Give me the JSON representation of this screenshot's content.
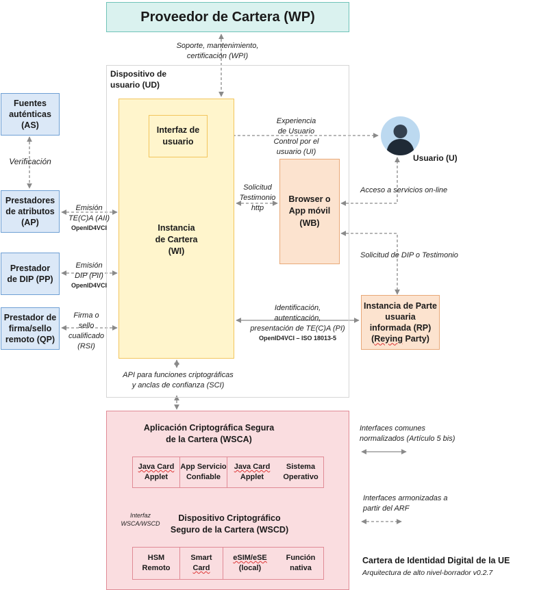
{
  "wp": {
    "title": "Proveedor de Cartera (WP)"
  },
  "wp_link": {
    "line1": "Soporte, mantenimiento,",
    "line2": "certificación (WPI)"
  },
  "ud": {
    "line1": "Dispositivo de",
    "line2": "usuario (UD)"
  },
  "wi": {
    "line1": "Instancia",
    "line2": "de Cartera",
    "line3": "(WI)"
  },
  "ui_box": {
    "line1": "Interfaz de",
    "line2": "usuario"
  },
  "ui_link": {
    "line1": "Experiencia",
    "line2": "de Usuario",
    "line3": "Control por el",
    "line4": "usuario (UI)"
  },
  "user": {
    "label": "Usuario (U)"
  },
  "wb": {
    "line1": "Browser o",
    "line2": "App móvil",
    "line3": "(WB)"
  },
  "wb_link": {
    "line1": "Solicitud",
    "line2": "Testimonio",
    "line3": "http"
  },
  "online": {
    "label": "Acceso a servicios on-line"
  },
  "dip_req": {
    "label": "Solicitud de DIP o Testimonio"
  },
  "rp": {
    "line1": "Instancia de Parte",
    "line2": "usuaria",
    "line3": "informada (RP)",
    "line4_a": "(",
    "line4_b": "Reying",
    "line4_c": " Party)"
  },
  "rp_link": {
    "line1": "Identificación,",
    "line2": "autenticación,",
    "line3": "presentación de TE(C)A (PI)",
    "proto": "OpenID4VCI – ISO 18013-5"
  },
  "as": {
    "line1": "Fuentes",
    "line2": "auténticas",
    "line3": "(AS)"
  },
  "verif": {
    "label": "Verificación"
  },
  "ap": {
    "line1": "Prestadores",
    "line2": "de atributos",
    "line3": "(AP)"
  },
  "ap_link": {
    "line1": "Emisión",
    "line2": "TE(C)A (AII)",
    "proto": "OpenID4VCI"
  },
  "pp": {
    "line1": "Prestador",
    "line2": "de DIP (PP)"
  },
  "pp_link": {
    "line1": "Emisión",
    "line2": "DIP (PII)",
    "proto": "OpenID4VCI"
  },
  "qp": {
    "line1": "Prestador de",
    "line2": "firma/sello",
    "line3": "remoto (QP)"
  },
  "qp_link": {
    "line1": "Firma o",
    "line2": "sello",
    "line3": "cualificado",
    "line4": "(RSI)"
  },
  "sci": {
    "line1": "API para funciones criptográficas",
    "line2": "y anclas de confianza (SCI)"
  },
  "wsca": {
    "line1": "Aplicación Criptográfica Segura",
    "line2": "de la Cartera (WSCA)",
    "cells": [
      {
        "a": "Java Card",
        "b": "Applet"
      },
      {
        "a": "App Servicio",
        "b": "Confiable"
      },
      {
        "a": "Java Card",
        "b": "Applet"
      },
      {
        "a": "Sistema",
        "b": "Operativo"
      }
    ]
  },
  "wscd_link": {
    "line1": "Interfaz",
    "line2": "WSCA/WSCD"
  },
  "wscd": {
    "line1": "Dispositivo Criptográfico",
    "line2": "Seguro de la Cartera (WSCD)",
    "cells": [
      {
        "a": "HSM",
        "b": "Remoto"
      },
      {
        "a": "Smart",
        "b": "Card"
      },
      {
        "a": "eSIM/eSE",
        "b": "(local)"
      },
      {
        "a": "Función",
        "b": "nativa"
      }
    ]
  },
  "legend": {
    "common_1": "Interfaces comunes",
    "common_2": "normalizados (Artículo 5 bis)",
    "harm_1": "Interfaces armonizadas a",
    "harm_2": "partir del ARF"
  },
  "footer": {
    "title": "Cartera de Identidad Digital de la UE",
    "subtitle": "Arquitectura de alto nivel-borrador v0.2.7"
  },
  "colors": {
    "wp_fill": "#daf2ef",
    "wp_border": "#6fc3b8",
    "blue_fill": "#dbe8f7",
    "blue_border": "#6d9fd4",
    "wi_fill": "#fff5cc",
    "wi_border": "#f2c55c",
    "wb_fill": "#fce3cf",
    "wb_border": "#e8a877",
    "wsca_fill": "#fadde0",
    "wsca_border": "#e08a95",
    "arrow": "#8a8a8a"
  }
}
